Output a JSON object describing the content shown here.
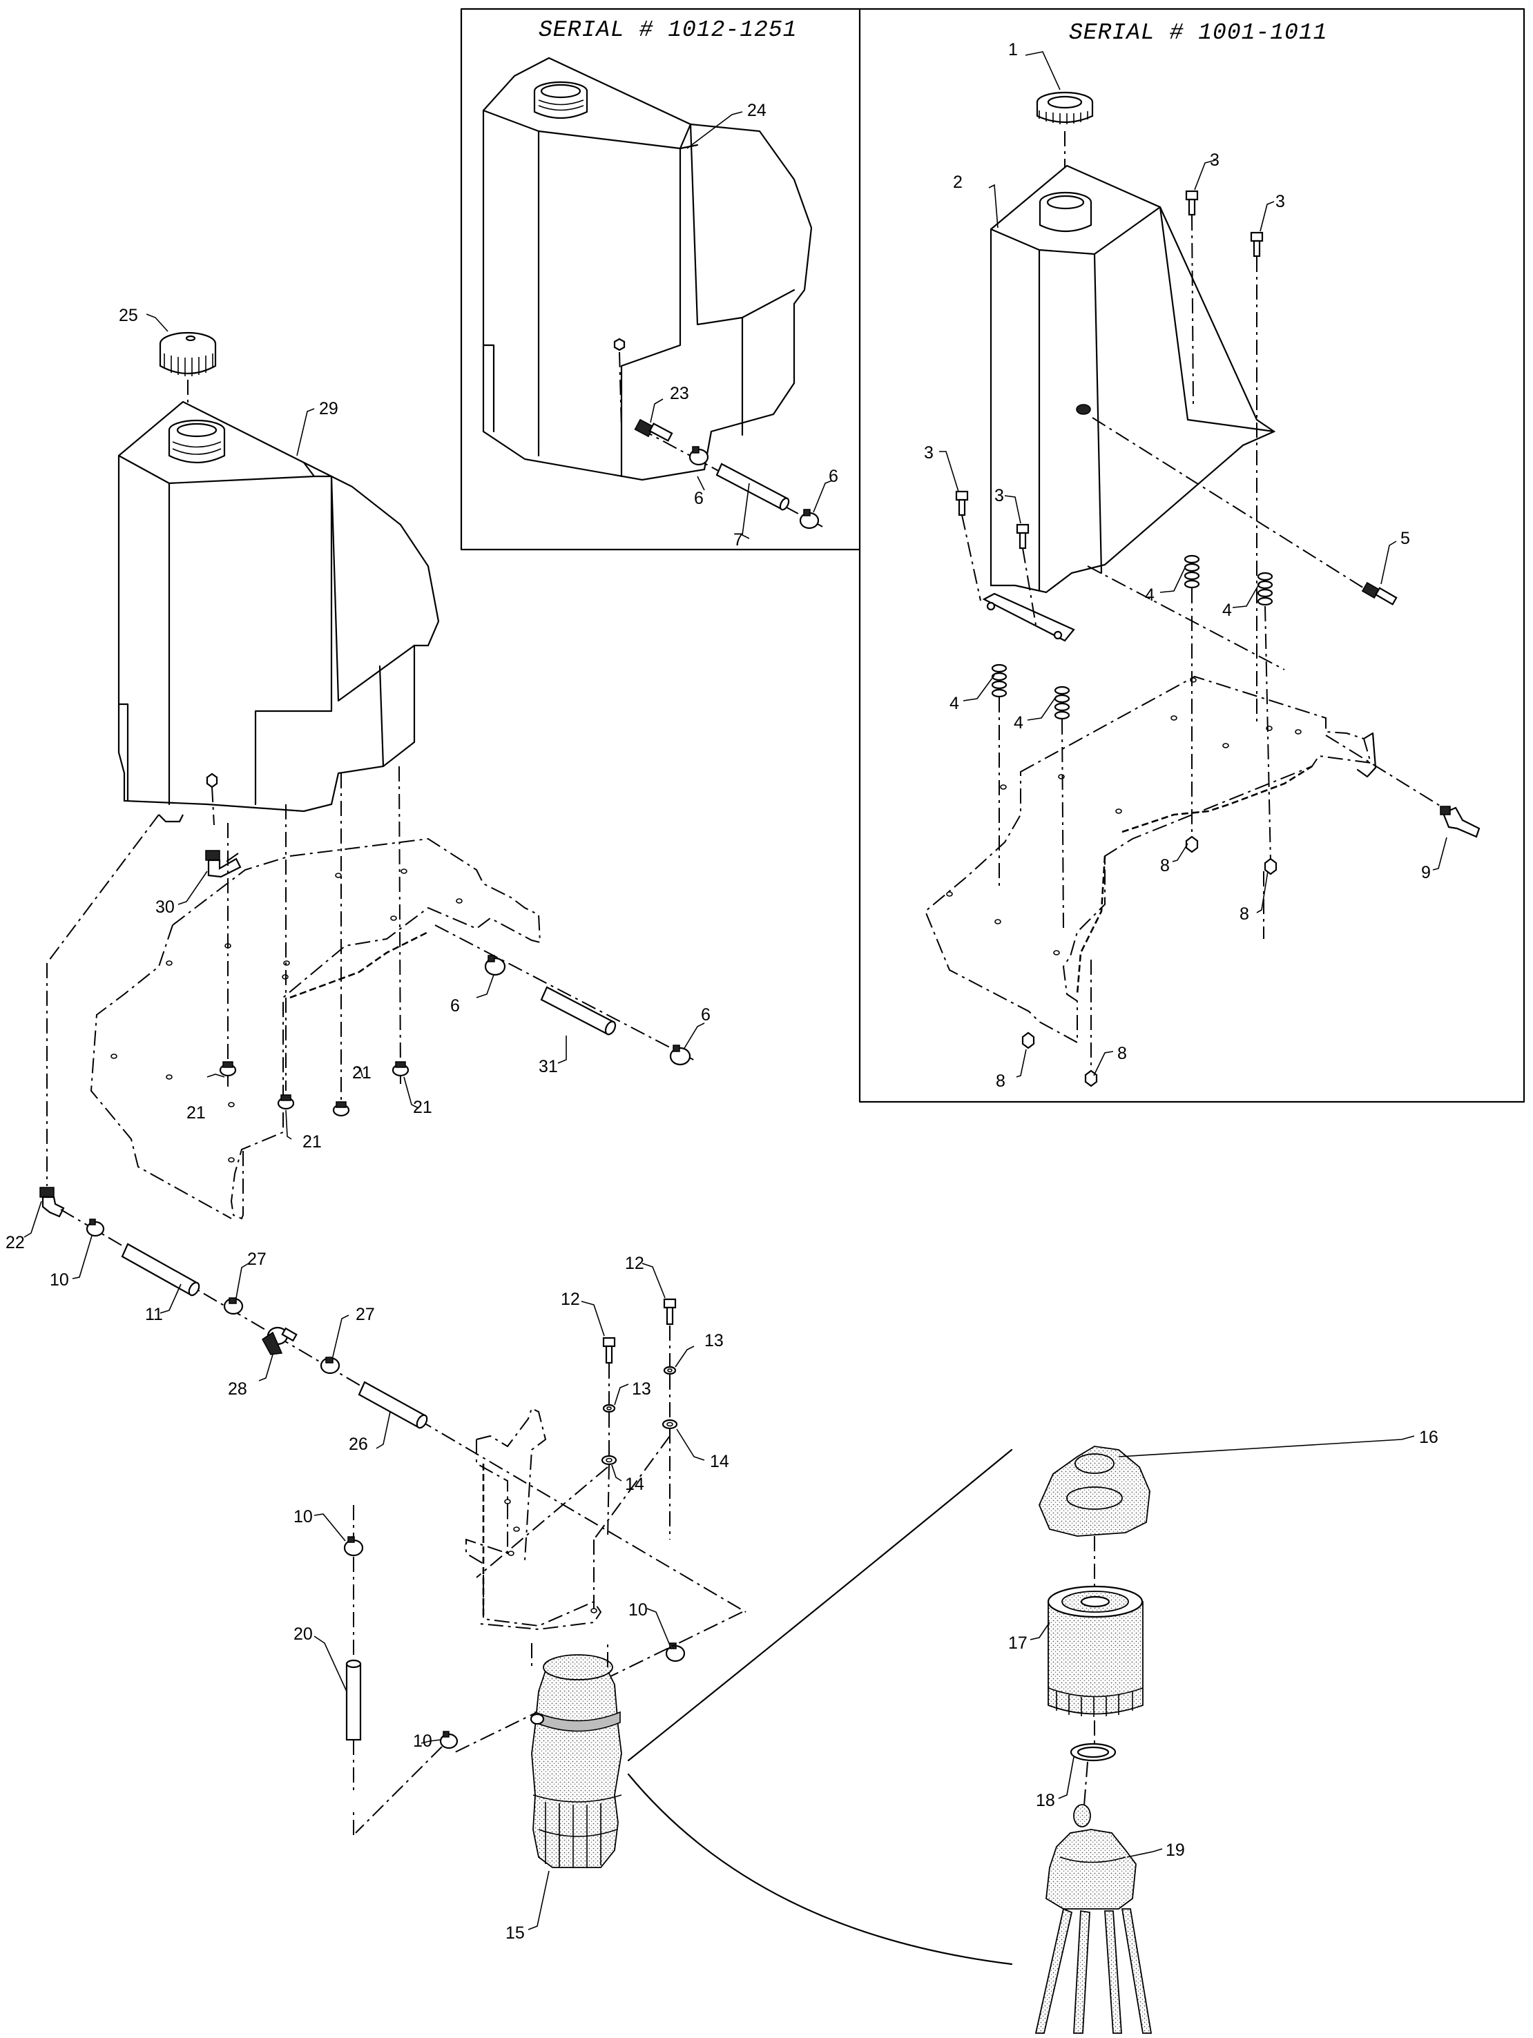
{
  "inset_left": {
    "header": "SERIAL # 1012-1251"
  },
  "inset_right": {
    "header": "SERIAL # 1001-1011"
  },
  "callouts": {
    "c1": "1",
    "c2": "2",
    "c3a": "3",
    "c3b": "3",
    "c3c": "3",
    "c3d": "3",
    "c4a": "4",
    "c4b": "4",
    "c4c": "4",
    "c4d": "4",
    "c5": "5",
    "c6a": "6",
    "c6b": "6",
    "c6c": "6",
    "c6d": "6",
    "c7": "7",
    "c8a": "8",
    "c8b": "8",
    "c8c": "8",
    "c8d": "8",
    "c9": "9",
    "c10a": "10",
    "c10b": "10",
    "c10c": "10",
    "c10d": "10",
    "c11": "11",
    "c12a": "12",
    "c12b": "12",
    "c13a": "13",
    "c13b": "13",
    "c14a": "14",
    "c14b": "14",
    "c15": "15",
    "c16": "16",
    "c17": "17",
    "c18": "18",
    "c19": "19",
    "c20": "20",
    "c21a": "21",
    "c21b": "21",
    "c21c": "21",
    "c21d": "21",
    "c22": "22",
    "c23": "23",
    "c24": "24",
    "c25": "25",
    "c26": "26",
    "c27a": "27",
    "c27b": "27",
    "c28": "28",
    "c29": "29",
    "c30": "30",
    "c31": "31"
  }
}
